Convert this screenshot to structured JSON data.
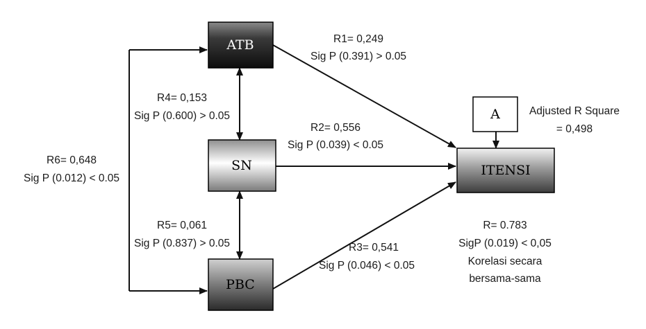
{
  "nodes": {
    "atb": {
      "label": "ATB"
    },
    "sn": {
      "label": "SN"
    },
    "pbc": {
      "label": "PBC"
    },
    "itensi": {
      "label": "ITENSI"
    },
    "a": {
      "label": "A"
    }
  },
  "relations": {
    "r1": {
      "coef": "R1= 0,249",
      "sig": "Sig P (0.391) > 0.05"
    },
    "r2": {
      "coef": "R2= 0,556",
      "sig": "Sig P (0.039) < 0.05"
    },
    "r3": {
      "coef": "R3= 0,541",
      "sig": "Sig P (0.046) < 0.05"
    },
    "r4": {
      "coef": "R4= 0,153",
      "sig": "Sig P (0.600) > 0.05"
    },
    "r5": {
      "coef": "R5= 0,061",
      "sig": "Sig P (0.837) > 0.05"
    },
    "r6": {
      "coef": "R6= 0,648",
      "sig": "Sig P (0.012) < 0.05"
    }
  },
  "adjusted": {
    "line1": "Adjusted R Square",
    "line2": "= 0,498"
  },
  "overall": {
    "line1": "R= 0.783",
    "line2": "SigP (0.019) < 0,05",
    "line3": "Korelasi secara",
    "line4": "bersama-sama"
  }
}
